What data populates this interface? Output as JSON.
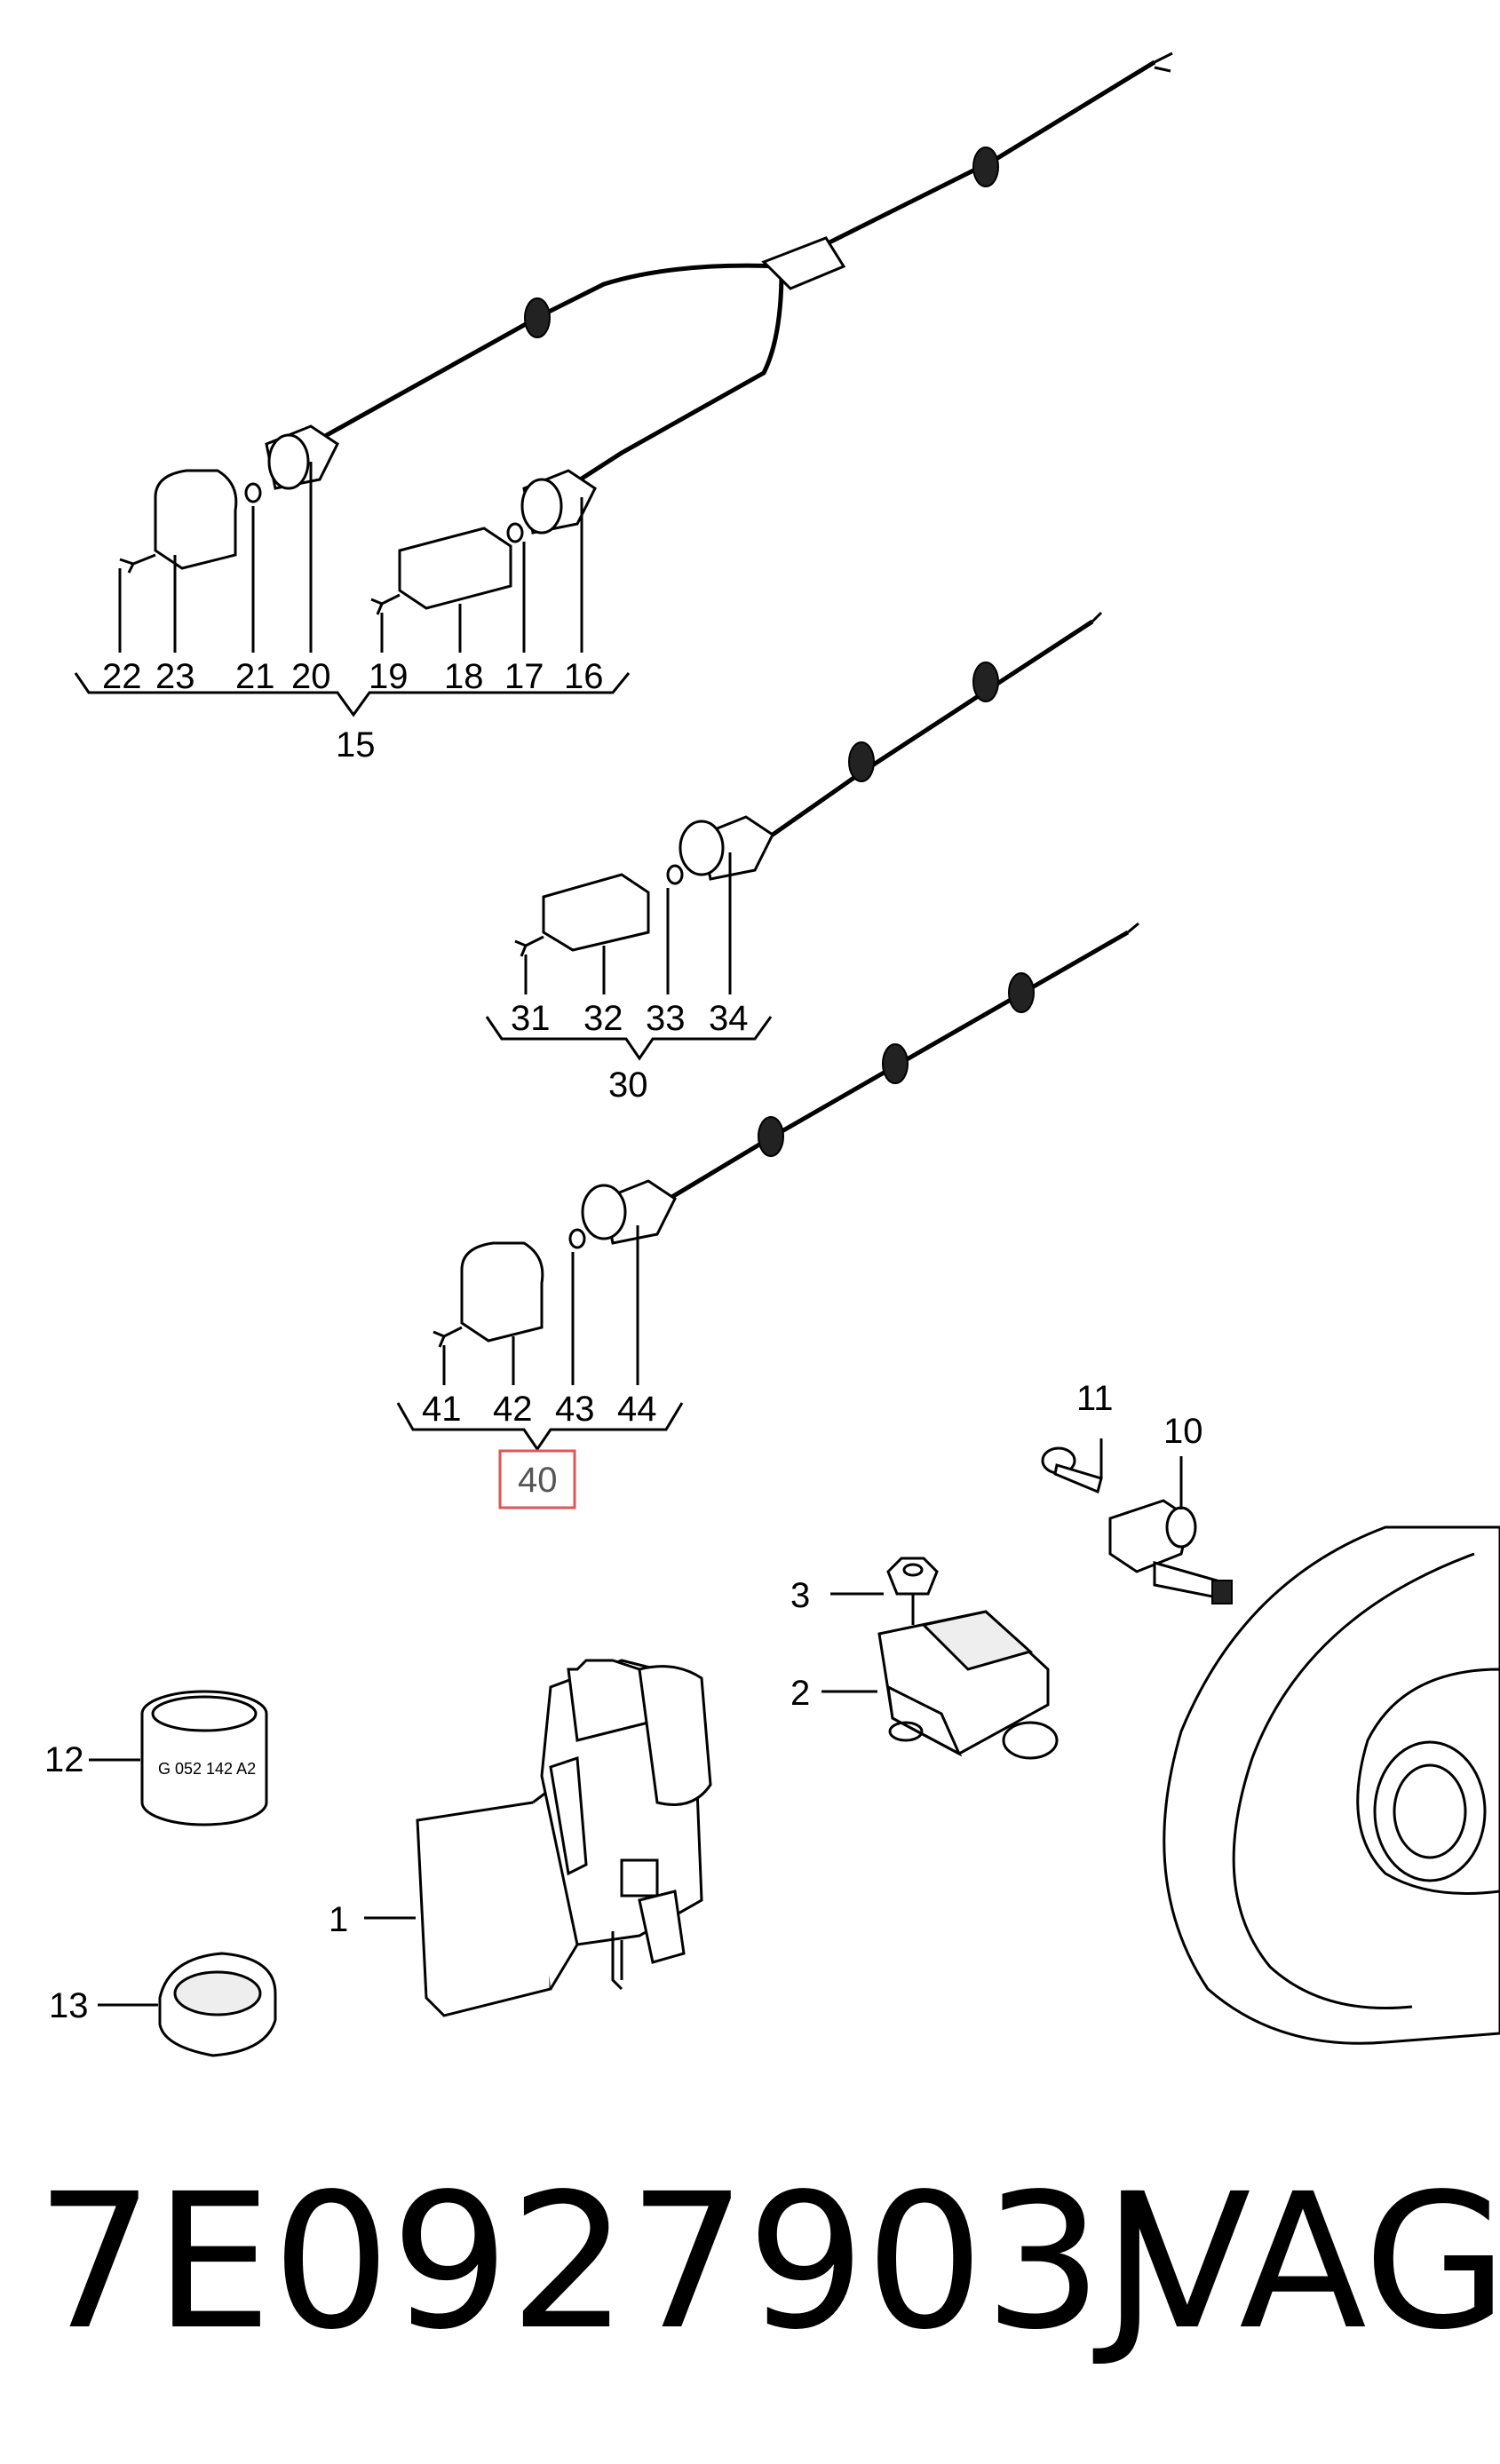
{
  "labels": {
    "g15": [
      "22",
      "23",
      "21",
      "20",
      "19",
      "18",
      "17",
      "16"
    ],
    "g15_main": "15",
    "g30": [
      "31",
      "32",
      "33",
      "34"
    ],
    "g30_main": "30",
    "g40": [
      "41",
      "42",
      "43",
      "44"
    ],
    "g40_main": "40",
    "parts": {
      "p1": "1",
      "p2": "2",
      "p3": "3",
      "p10": "10",
      "p11": "11",
      "p12": "12",
      "p13": "13"
    }
  },
  "ring_text": "G 052 142 A2",
  "footer": {
    "part_number": "7E0927903J",
    "brand": "VAG"
  },
  "highlight_color": "#e05555"
}
